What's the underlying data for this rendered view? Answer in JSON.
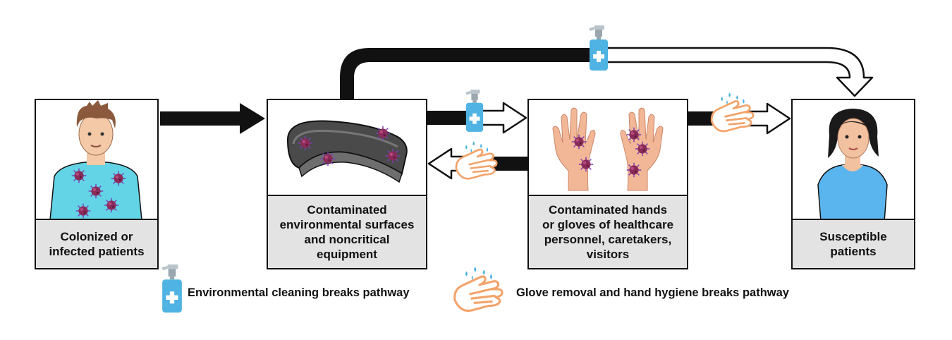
{
  "nodes": {
    "colonized": {
      "label": "Colonized or\ninfected patients"
    },
    "surfaces": {
      "label": "Contaminated\nenvironmental surfaces\nand noncritical\nequipment"
    },
    "hands": {
      "label": "Contaminated hands\nor gloves of healthcare\npersonnel, caretakers,\nvisitors"
    },
    "susceptible": {
      "label": "Susceptible\npatients"
    }
  },
  "legend": {
    "cleaning": "Environmental cleaning breaks pathway",
    "hygiene": "Glove removal and hand hygiene breaks pathway"
  },
  "colors": {
    "arrow": "#111111",
    "spray": "#4fb3e3",
    "hand": "#f2a36b",
    "virus": "#8a2b5a",
    "caption_bg": "#e3e3e3"
  },
  "icons": {
    "cleaning": "spray-bottle-icon",
    "hygiene": "hand-washing-icon"
  }
}
